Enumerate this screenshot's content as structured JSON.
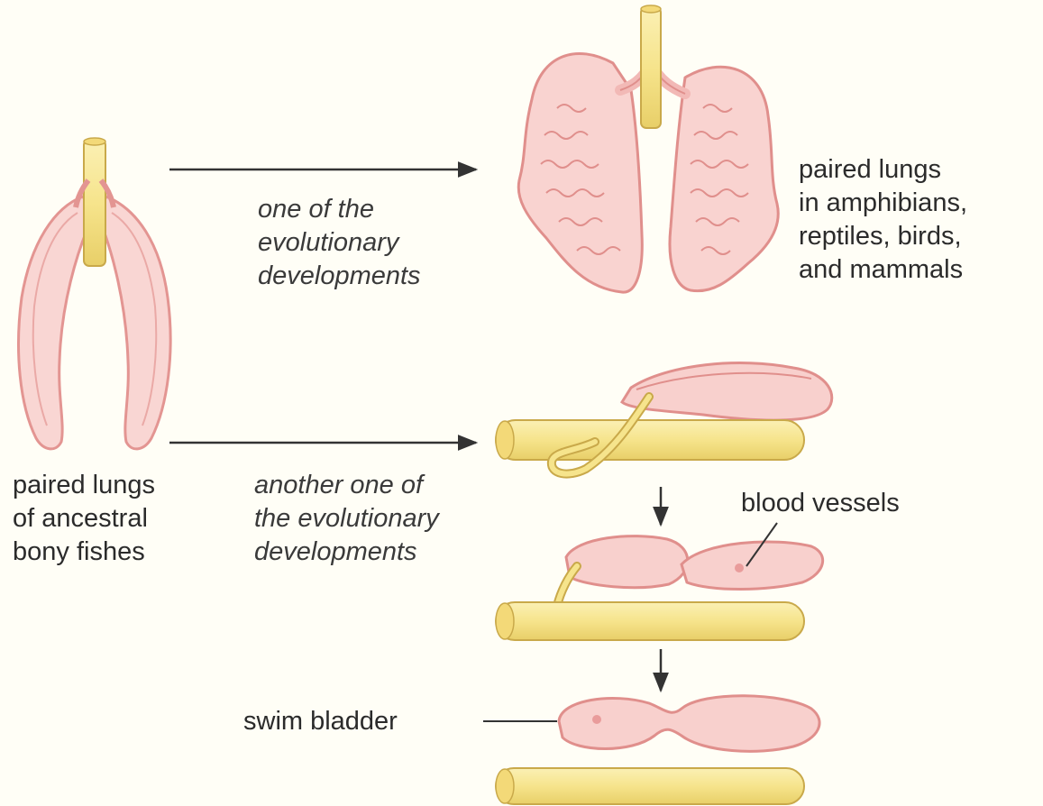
{
  "labels": {
    "ancestral": [
      "paired lungs",
      "of ancestral",
      "bony fishes"
    ],
    "path_one": [
      "one of the",
      "evolutionary",
      "developments"
    ],
    "tetrapods": [
      "paired lungs",
      "in amphibians,",
      "reptiles, birds,",
      "and mammals"
    ],
    "path_two": [
      "another one of",
      "the evolutionary",
      "developments"
    ],
    "blood_vessels": "blood vessels",
    "swim_bladder": "swim bladder"
  },
  "colors": {
    "lung_fill": "#f7c9c6",
    "lung_stroke": "#e08f8c",
    "gut_fill": "#f6e48c",
    "gut_stroke": "#c9a94a",
    "arrow": "#333333",
    "background": "#fffef6"
  }
}
